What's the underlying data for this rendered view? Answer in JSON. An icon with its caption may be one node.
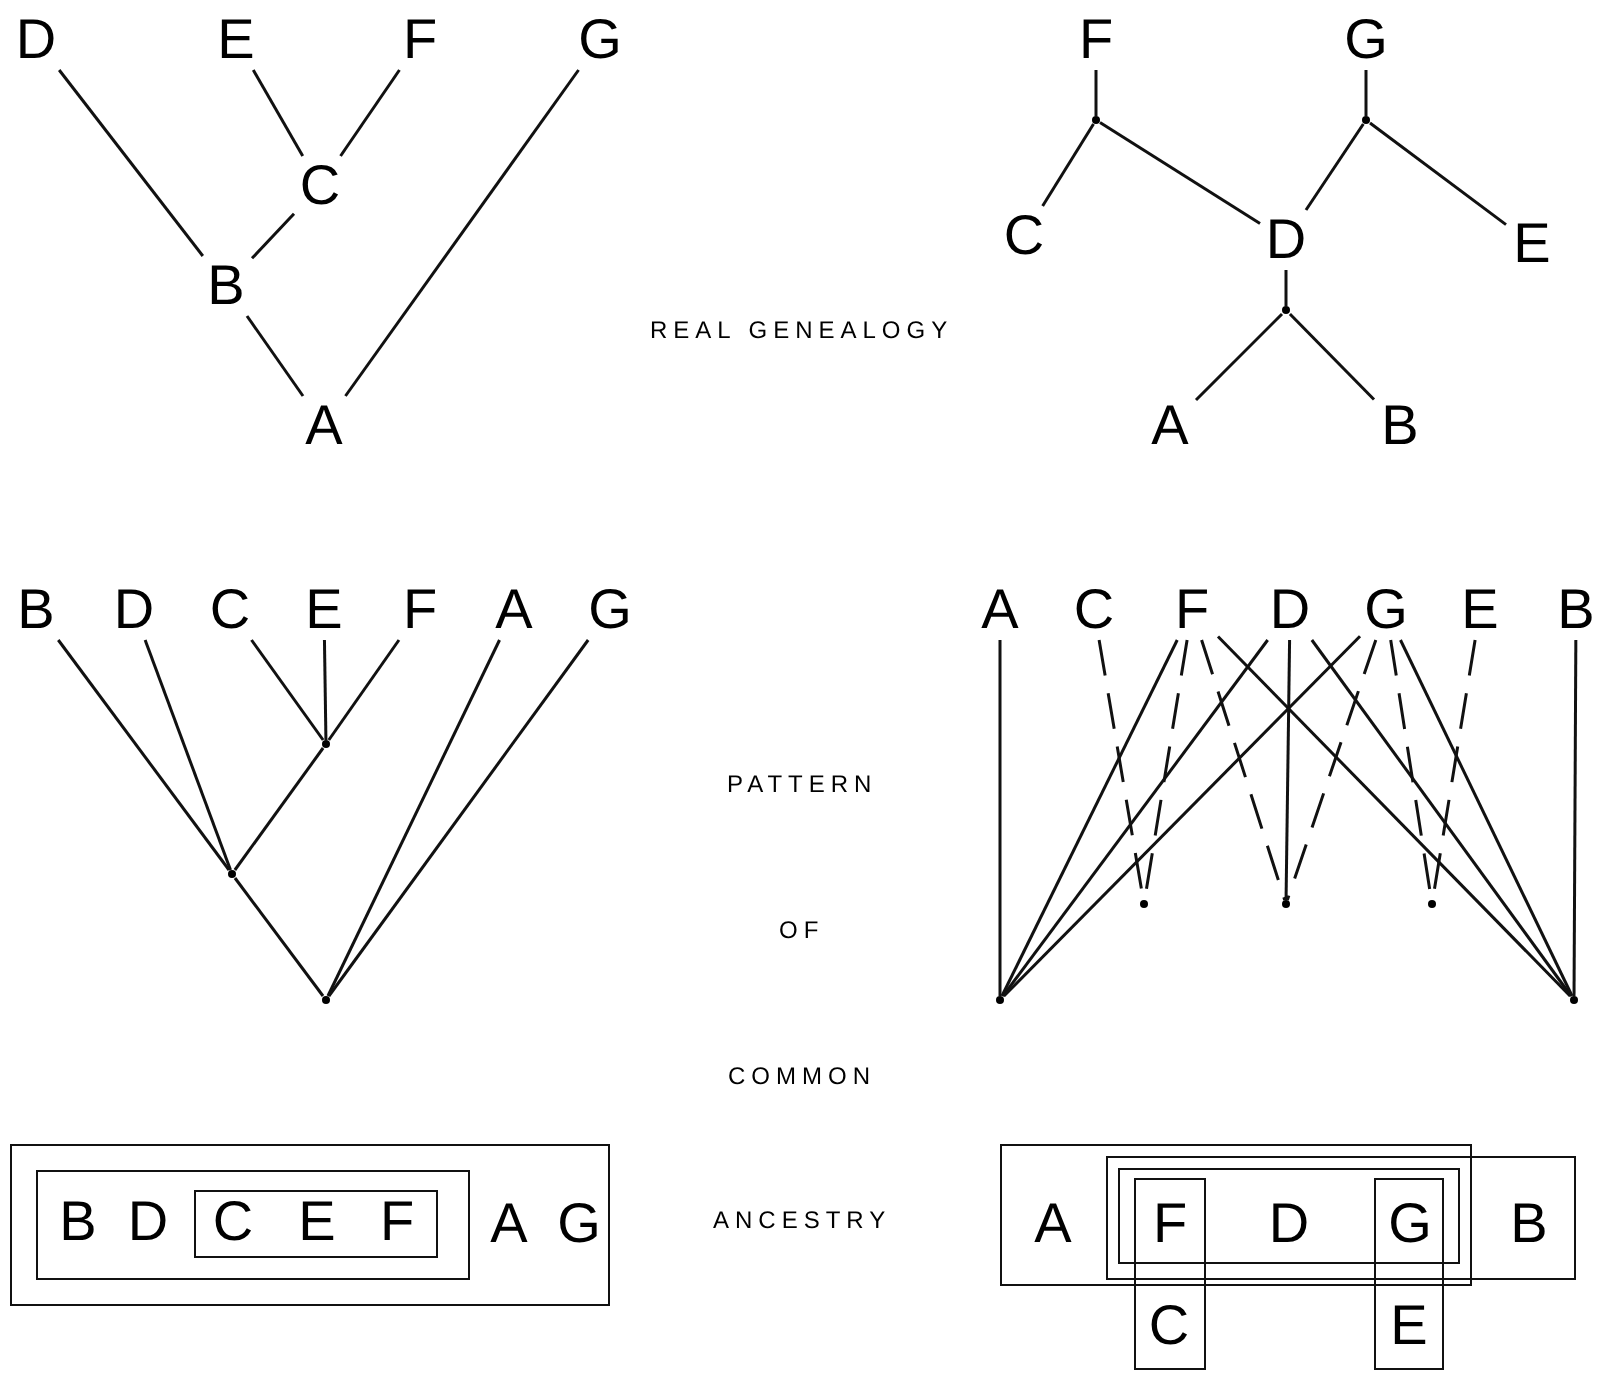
{
  "diagram": {
    "nodes": [
      {
        "text": [
          "D"
        ]
      },
      {
        "text": [
          "E"
        ]
      },
      {
        "text": [
          "F"
        ]
      },
      {
        "text": [
          "G"
        ]
      },
      {
        "text": [
          "C"
        ]
      },
      {
        "text": [
          "B"
        ]
      },
      {
        "text": [
          "A"
        ]
      },
      {
        "text": [
          "F"
        ]
      },
      {
        "text": [
          "G"
        ]
      },
      {
        "text": [],
        "shape": "point"
      },
      {
        "text": [],
        "shape": "point"
      },
      {
        "text": [
          "C"
        ]
      },
      {
        "text": [
          "D"
        ]
      },
      {
        "text": [
          "E"
        ]
      },
      {
        "text": [],
        "shape": "point"
      },
      {
        "text": [
          "A"
        ]
      },
      {
        "text": [
          "B"
        ]
      },
      {
        "text": [
          "B"
        ]
      },
      {
        "text": [
          "D"
        ]
      },
      {
        "text": [
          "C"
        ]
      },
      {
        "text": [
          "E"
        ]
      },
      {
        "text": [
          "F"
        ]
      },
      {
        "text": [
          "A"
        ]
      },
      {
        "text": [
          "G"
        ]
      },
      {
        "text": [],
        "shape": "point"
      },
      {
        "text": [],
        "shape": "point"
      },
      {
        "text": [],
        "shape": "point"
      },
      {
        "text": [
          "A"
        ]
      },
      {
        "text": [
          "C"
        ]
      },
      {
        "text": [
          "F"
        ]
      },
      {
        "text": [
          "D"
        ]
      },
      {
        "text": [
          "G"
        ]
      },
      {
        "text": [
          "E"
        ]
      },
      {
        "text": [
          "B"
        ]
      },
      {
        "text": [],
        "shape": "point"
      },
      {
        "text": [],
        "shape": "point"
      },
      {
        "text": [],
        "shape": "point"
      },
      {
        "text": [],
        "shape": "point"
      },
      {
        "text": [],
        "shape": "point"
      },
      {
        "text": [],
        "shape": "box"
      },
      {
        "text": [],
        "shape": "box",
        "in": 39
      },
      {
        "text": [
          "B"
        ],
        "in": 40
      },
      {
        "text": [
          "D"
        ],
        "in": 40
      },
      {
        "text": [],
        "shape": "box",
        "in": 40
      },
      {
        "text": [
          "C"
        ],
        "in": 43
      },
      {
        "text": [
          "E"
        ],
        "in": 43
      },
      {
        "text": [
          "F"
        ],
        "in": 43
      },
      {
        "text": [
          "A"
        ],
        "in": 39
      },
      {
        "text": [
          "G"
        ],
        "in": 39
      },
      {
        "text": [],
        "shape": "box"
      },
      {
        "text": [],
        "shape": "box"
      },
      {
        "text": [],
        "shape": "box"
      },
      {
        "text": [],
        "shape": "box"
      },
      {
        "text": [],
        "shape": "box"
      },
      {
        "text": [
          "A"
        ],
        "in": 49
      },
      {
        "text": [
          "F"
        ]
      },
      {
        "text": [
          "D"
        ],
        "in": 51
      },
      {
        "text": [
          "G"
        ]
      },
      {
        "text": [
          "B"
        ],
        "in": 50
      },
      {
        "text": [
          "C"
        ],
        "in": 52
      },
      {
        "text": [
          "E"
        ],
        "in": 53
      }
    ],
    "edges": [
      {
        "from": 0,
        "to": 5,
        "arrow": "none"
      },
      {
        "from": 5,
        "to": 4,
        "arrow": "none"
      },
      {
        "from": 4,
        "to": 1,
        "arrow": "none"
      },
      {
        "from": 4,
        "to": 2,
        "arrow": "none"
      },
      {
        "from": 5,
        "to": 6,
        "arrow": "none"
      },
      {
        "from": 6,
        "to": 3,
        "arrow": "none"
      },
      {
        "from": 7,
        "to": 9,
        "arrow": "none"
      },
      {
        "from": 9,
        "to": 11,
        "arrow": "none"
      },
      {
        "from": 9,
        "to": 12,
        "arrow": "none"
      },
      {
        "from": 8,
        "to": 10,
        "arrow": "none"
      },
      {
        "from": 10,
        "to": 12,
        "arrow": "none"
      },
      {
        "from": 10,
        "to": 13,
        "arrow": "none"
      },
      {
        "from": 12,
        "to": 14,
        "arrow": "none"
      },
      {
        "from": 14,
        "to": 15,
        "arrow": "none"
      },
      {
        "from": 14,
        "to": 16,
        "arrow": "none"
      },
      {
        "from": 17,
        "to": 25,
        "arrow": "none"
      },
      {
        "from": 18,
        "to": 25,
        "arrow": "none"
      },
      {
        "from": 19,
        "to": 24,
        "arrow": "none"
      },
      {
        "from": 20,
        "to": 24,
        "arrow": "none"
      },
      {
        "from": 21,
        "to": 24,
        "arrow": "none"
      },
      {
        "from": 24,
        "to": 25,
        "arrow": "none"
      },
      {
        "from": 25,
        "to": 26,
        "arrow": "none"
      },
      {
        "from": 22,
        "to": 26,
        "arrow": "none"
      },
      {
        "from": 23,
        "to": 26,
        "arrow": "none"
      },
      {
        "from": 27,
        "to": 37,
        "arrow": "none"
      },
      {
        "from": 28,
        "to": 34,
        "arrow": "none",
        "style": "dashed"
      },
      {
        "from": 29,
        "to": 37,
        "arrow": "none"
      },
      {
        "from": 29,
        "to": 34,
        "arrow": "none",
        "style": "dashed"
      },
      {
        "from": 29,
        "to": 35,
        "arrow": "none",
        "style": "dashed"
      },
      {
        "from": 29,
        "to": 38,
        "arrow": "none"
      },
      {
        "from": 30,
        "to": 37,
        "arrow": "none"
      },
      {
        "from": 30,
        "to": 35,
        "arrow": "none"
      },
      {
        "from": 30,
        "to": 38,
        "arrow": "none"
      },
      {
        "from": 31,
        "to": 37,
        "arrow": "none"
      },
      {
        "from": 31,
        "to": 35,
        "arrow": "none",
        "style": "dashed"
      },
      {
        "from": 31,
        "to": 36,
        "arrow": "none",
        "style": "dashed"
      },
      {
        "from": 31,
        "to": 38,
        "arrow": "none"
      },
      {
        "from": 32,
        "to": 36,
        "arrow": "none",
        "style": "dashed"
      },
      {
        "from": 33,
        "to": 38,
        "arrow": "none"
      }
    ],
    "labels": [
      "REAL GENEALOGY",
      "PATTERN",
      "OF",
      "COMMON",
      "ANCESTRY"
    ]
  }
}
